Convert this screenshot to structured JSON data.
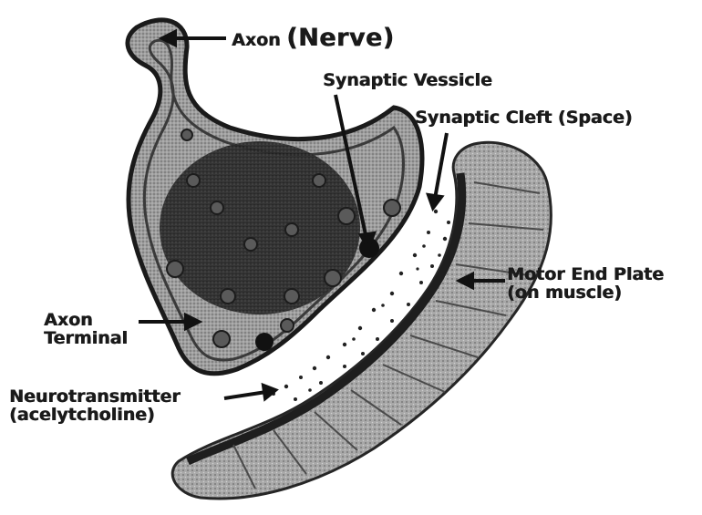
{
  "labels": {
    "axon": "Axon",
    "nerve": "(Nerve)",
    "synaptic_vessicle": "Synaptic Vessicle",
    "synaptic_cleft": "Synaptic Cleft (Space)",
    "motor_end_plate_line1": "Motor End Plate",
    "motor_end_plate_line2": "(on muscle)",
    "axon_terminal_line1": "Axon",
    "axon_terminal_line2": "Terminal",
    "neurotransmitter_line1": "Neurotransmitter",
    "neurotransmitter_line2": "(acelytcholine)"
  },
  "colors": {
    "ink": "#1a1a1a",
    "terminal_fill": "#8c8c8c",
    "terminal_core": "#222222",
    "muscle_fill": "#9a9a9a",
    "muscle_edge": "#2a2a2a",
    "membrane": "#3a3a3a",
    "vesicle": "#555555",
    "dots": "#2b2b2b"
  }
}
